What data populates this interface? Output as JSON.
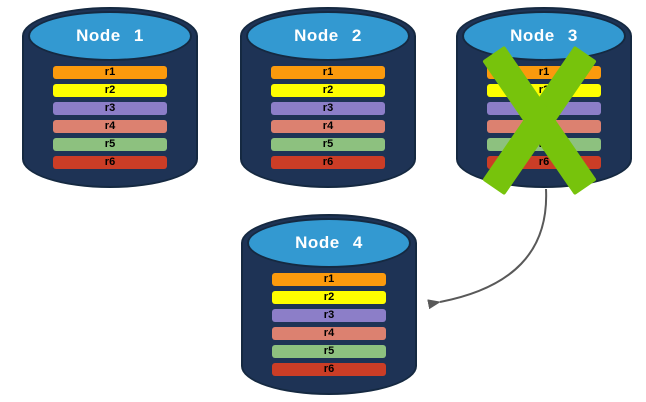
{
  "diagram": {
    "background": "#FFFFFF",
    "cylinder_colors": {
      "body": "#1E3355",
      "top": "#3399D1",
      "outline": "#152941",
      "label_text": "#FFFFFF",
      "row_text": "#000000"
    },
    "nodes": [
      {
        "id": "node-1",
        "label": "Node 1",
        "failed": false,
        "rows": [
          {
            "label": "r1",
            "color": "#FB9A0D"
          },
          {
            "label": "r2",
            "color": "#FEFE00"
          },
          {
            "label": "r3",
            "color": "#8C7EC8"
          },
          {
            "label": "r4",
            "color": "#DC8170"
          },
          {
            "label": "r5",
            "color": "#8DC17F"
          },
          {
            "label": "r6",
            "color": "#CB3D26"
          }
        ]
      },
      {
        "id": "node-2",
        "label": "Node 2",
        "failed": false,
        "rows": [
          {
            "label": "r1",
            "color": "#FB9A0D"
          },
          {
            "label": "r2",
            "color": "#FEFE00"
          },
          {
            "label": "r3",
            "color": "#8C7EC8"
          },
          {
            "label": "r4",
            "color": "#DC8170"
          },
          {
            "label": "r5",
            "color": "#8DC17F"
          },
          {
            "label": "r6",
            "color": "#CB3D26"
          }
        ]
      },
      {
        "id": "node-3",
        "label": "Node 3",
        "failed": true,
        "rows": [
          {
            "label": "r1",
            "color": "#FB9A0D"
          },
          {
            "label": "r2",
            "color": "#FEFE00"
          },
          {
            "label": "r3",
            "color": "#8C7EC8"
          },
          {
            "label": "r4",
            "color": "#DC8170"
          },
          {
            "label": "r5",
            "color": "#8DC17F"
          },
          {
            "label": "r6",
            "color": "#CB3D26"
          }
        ]
      },
      {
        "id": "node-4",
        "label": "Node 4",
        "failed": false,
        "rows": [
          {
            "label": "r1",
            "color": "#FB9A0D"
          },
          {
            "label": "r2",
            "color": "#FEFE00"
          },
          {
            "label": "r3",
            "color": "#8C7EC8"
          },
          {
            "label": "r4",
            "color": "#DC8170"
          },
          {
            "label": "r5",
            "color": "#8DC17F"
          },
          {
            "label": "r6",
            "color": "#CB3D26"
          }
        ]
      }
    ],
    "failure_x": {
      "node": "node-3",
      "color": "#77C30C"
    },
    "arrow": {
      "from": "node-3",
      "to": "node-4",
      "color": "#595959"
    }
  }
}
